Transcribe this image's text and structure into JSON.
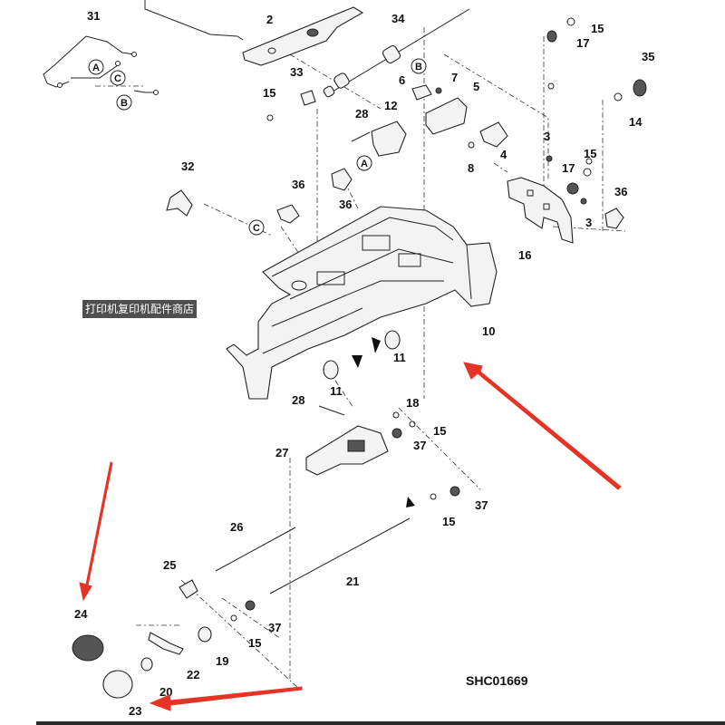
{
  "diagram_code": "SHC01669",
  "watermark_text": "打印机复印机配件商店",
  "callouts": [
    "31",
    "2",
    "34",
    "15",
    "17",
    "35",
    "33",
    "6",
    "7",
    "5",
    "15",
    "14",
    "28",
    "12",
    "3",
    "4",
    "8",
    "15",
    "32",
    "36",
    "36",
    "17",
    "36",
    "3",
    "16",
    "10",
    "11",
    "11",
    "28",
    "18",
    "15",
    "37",
    "27",
    "37",
    "15",
    "26",
    "21",
    "25",
    "24",
    "37",
    "15",
    "22",
    "19",
    "20",
    "23"
  ],
  "circled_refs": [
    "A",
    "C",
    "B",
    "B",
    "A",
    "C"
  ],
  "arrow_color": "#e53425"
}
